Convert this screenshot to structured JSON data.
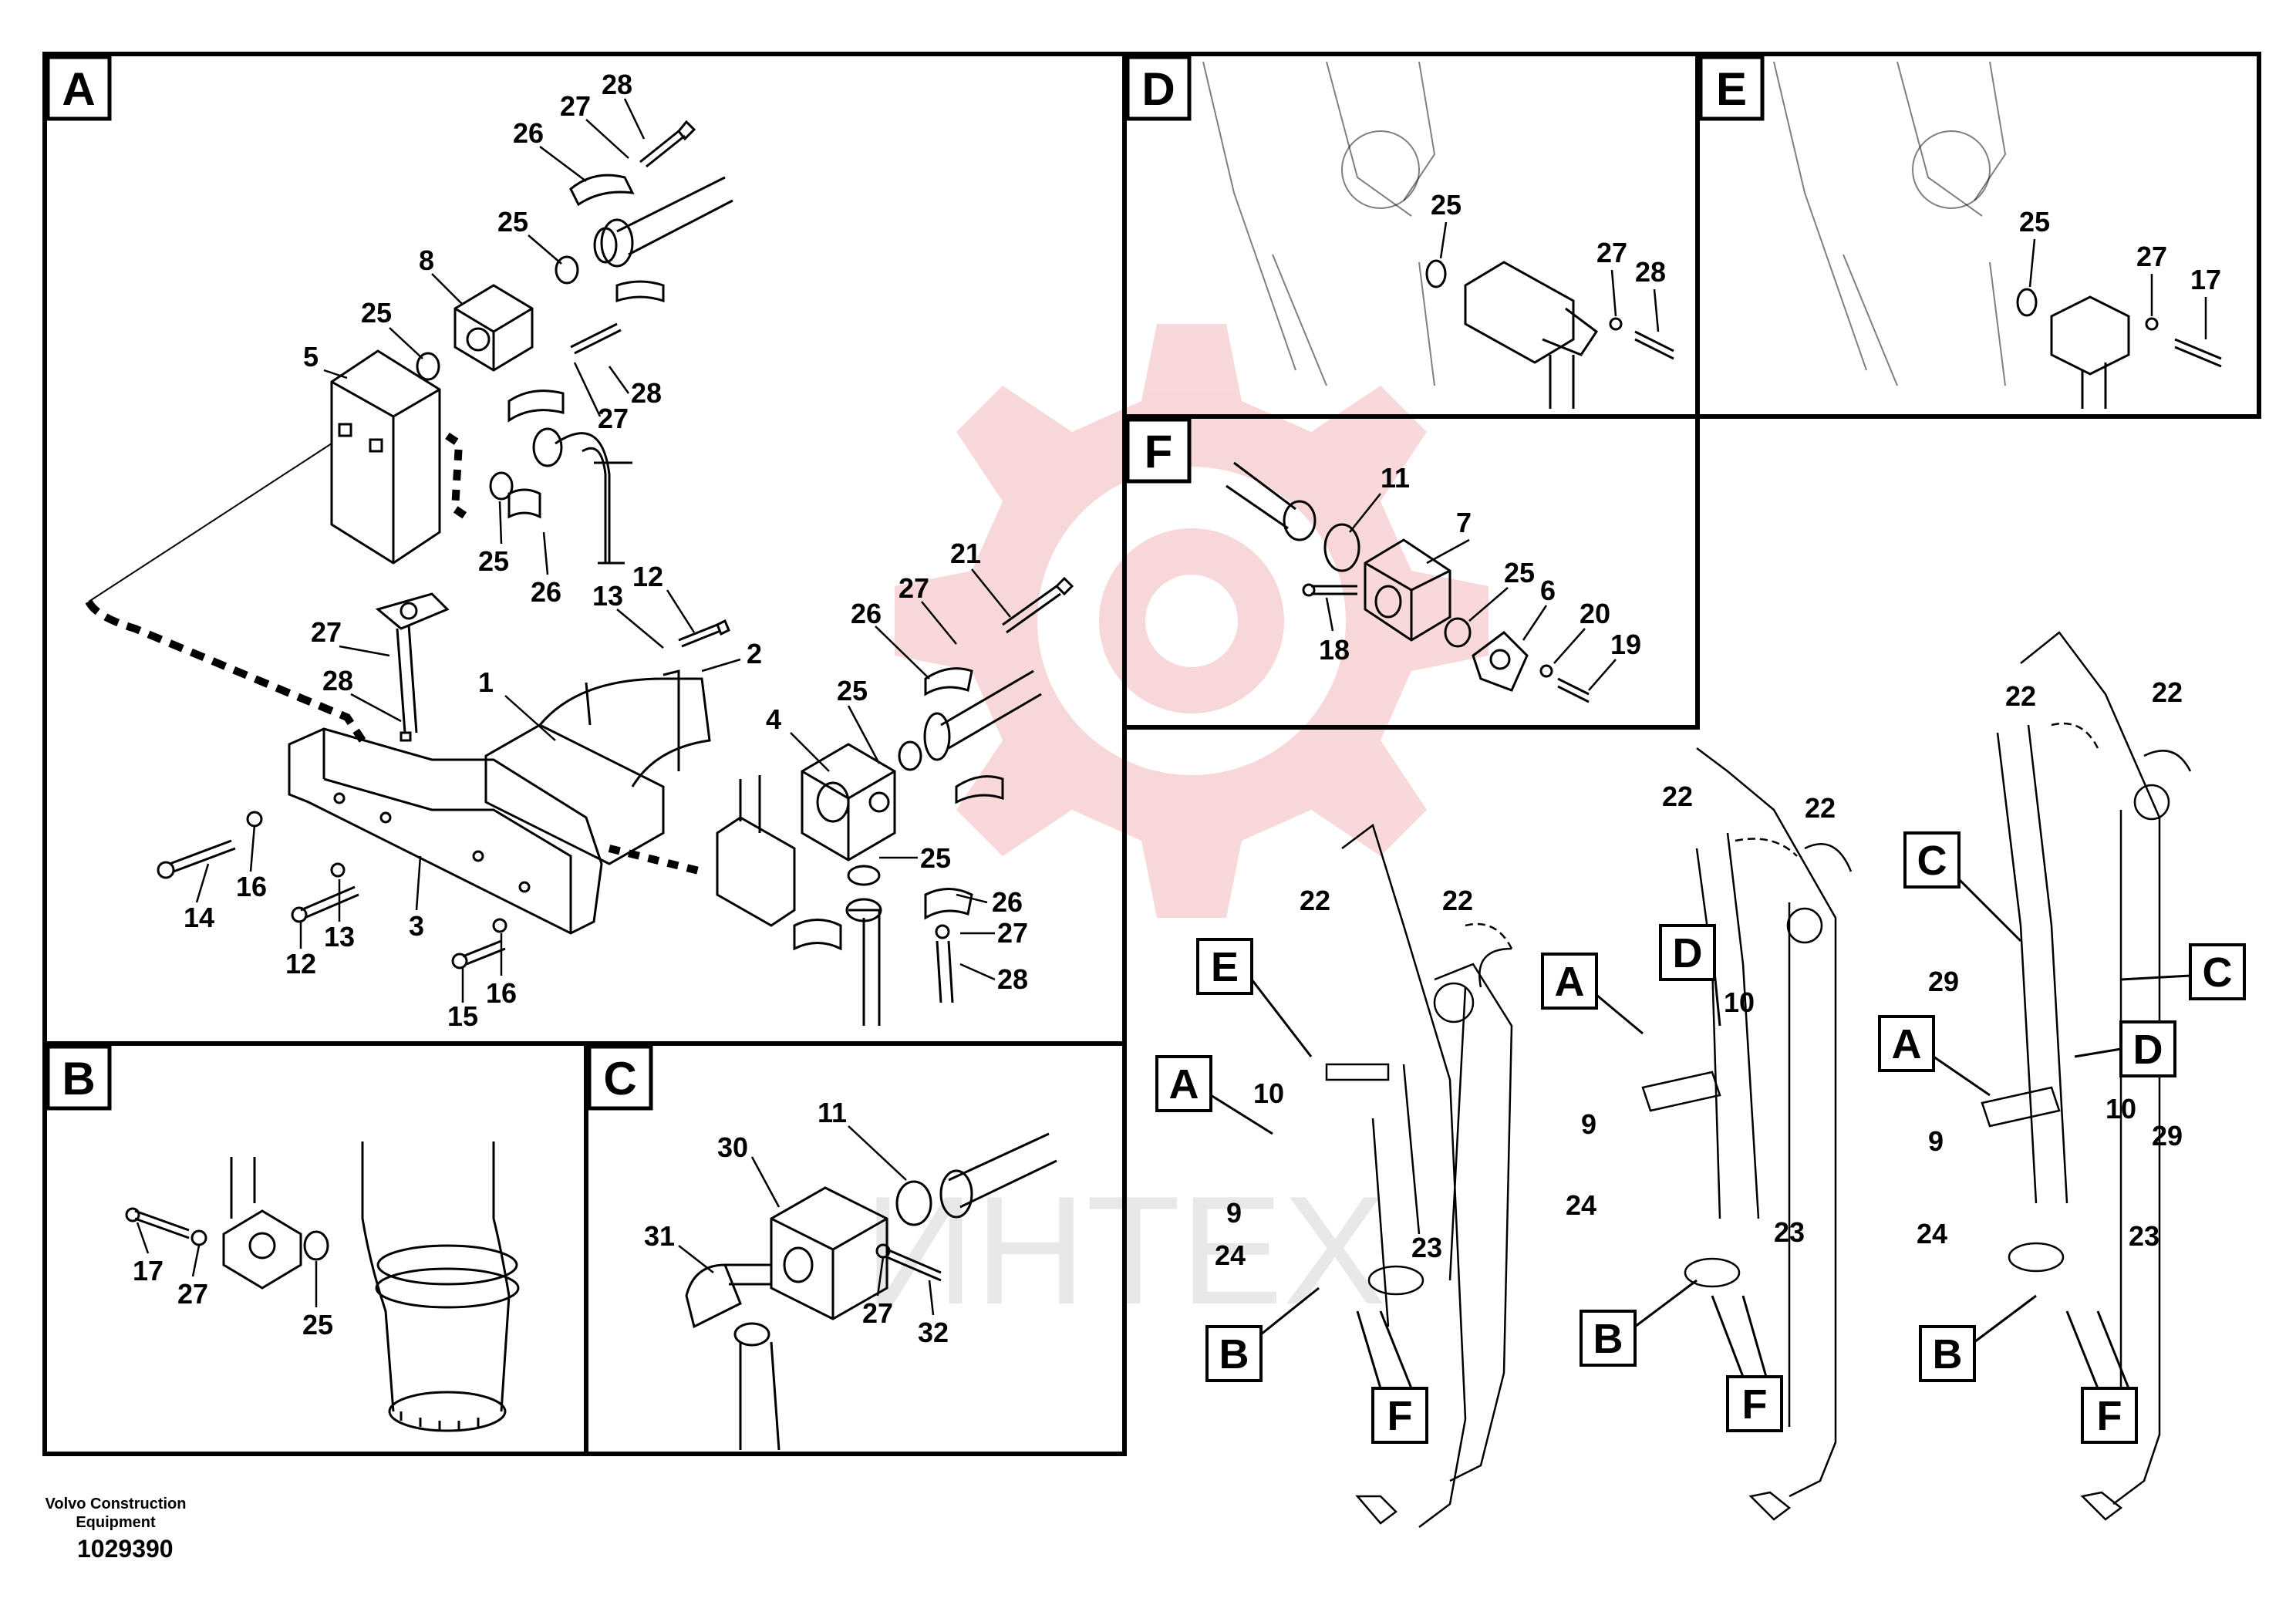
{
  "panels": [
    {
      "id": "A",
      "label": "A"
    },
    {
      "id": "B",
      "label": "B"
    },
    {
      "id": "C",
      "label": "C"
    },
    {
      "id": "D",
      "label": "D"
    },
    {
      "id": "E",
      "label": "E"
    },
    {
      "id": "F",
      "label": "F"
    }
  ],
  "callouts": {
    "A": [
      "28",
      "27",
      "26",
      "25",
      "8",
      "25",
      "5",
      "28",
      "27",
      "25",
      "26",
      "21",
      "27",
      "26",
      "12",
      "13",
      "27",
      "2",
      "1",
      "28",
      "25",
      "4",
      "25",
      "26",
      "27",
      "28",
      "14",
      "16",
      "3",
      "13",
      "12",
      "15",
      "16"
    ],
    "B": [
      "17",
      "27",
      "25"
    ],
    "C": [
      "11",
      "30",
      "31",
      "27",
      "32"
    ],
    "D": [
      "25",
      "27",
      "28"
    ],
    "E": [
      "25",
      "27",
      "17"
    ],
    "F": [
      "11",
      "7",
      "25",
      "6",
      "20",
      "19",
      "18"
    ],
    "overview1": [
      "22",
      "22",
      "E",
      "A",
      "10",
      "9",
      "24",
      "23",
      "B",
      "F"
    ],
    "overview2": [
      "22",
      "22",
      "D",
      "A",
      "10",
      "9",
      "24",
      "23",
      "B",
      "F"
    ],
    "overview3": [
      "22",
      "22",
      "C",
      "C",
      "29",
      "A",
      "D",
      "10",
      "29",
      "9",
      "24",
      "23",
      "B",
      "F"
    ]
  },
  "footer": {
    "brand": "Volvo Construction Equipment",
    "doc_number": "1029390"
  },
  "colors": {
    "line": "#000000",
    "watermark": "#f2b8b8",
    "watermark_text": "#d9d9d9"
  },
  "watermark_text": "ИНТЕХ"
}
